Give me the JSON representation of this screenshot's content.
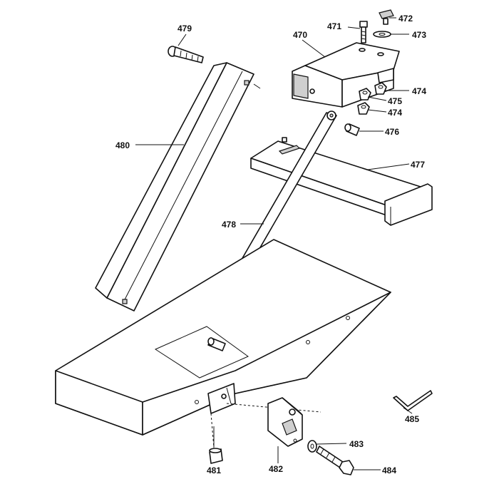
{
  "callouts": {
    "p470": "470",
    "p471": "471",
    "p472": "472",
    "p473": "473",
    "p474a": "474",
    "p474b": "474",
    "p475": "475",
    "p476": "476",
    "p477": "477",
    "p478": "478",
    "p479": "479",
    "p480": "480",
    "p481": "481",
    "p482": "482",
    "p483": "483",
    "p484": "484",
    "p485": "485"
  }
}
